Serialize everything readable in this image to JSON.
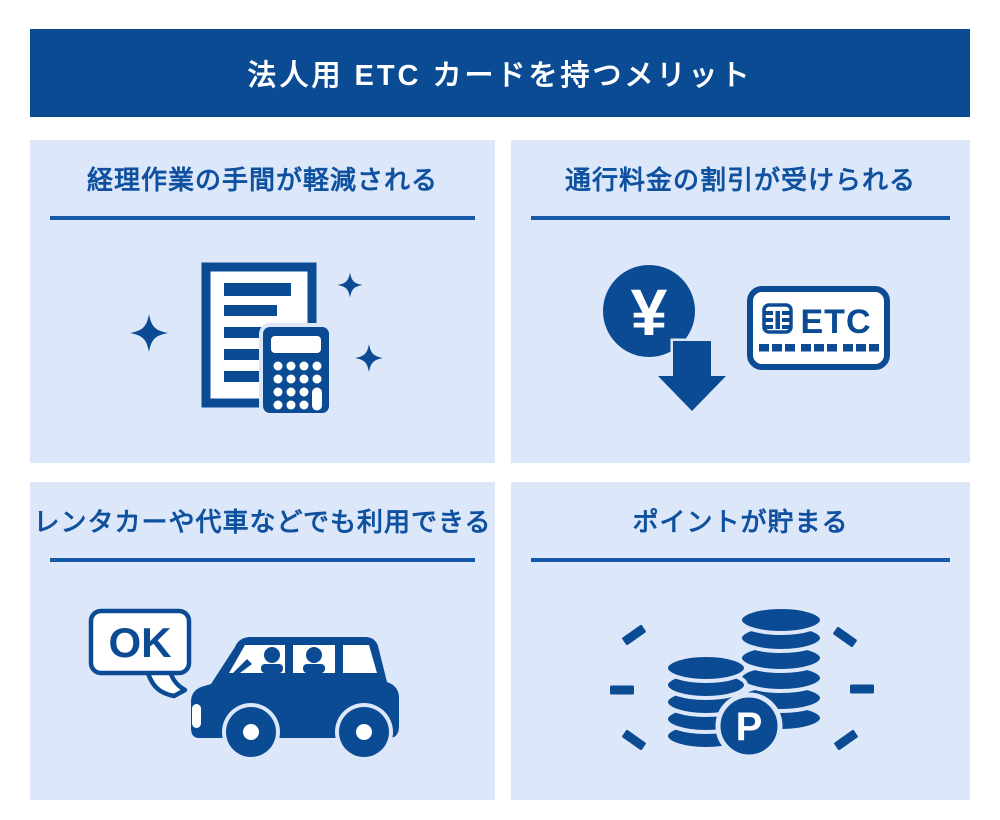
{
  "colors": {
    "accent_blue": "#0a4b93",
    "panel_background": "#dce7fa",
    "title_text": "#0f519e",
    "divider": "#1659a8",
    "white": "#ffffff"
  },
  "header": {
    "title": "法人用 ETC カードを持つメリット"
  },
  "panels": [
    {
      "title": "経理作業の手間が軽減される",
      "icon": "document-and-calculator-with-sparkles"
    },
    {
      "title": "通行料金の割引が受けられる",
      "icon": "yen-down-arrow-and-etc-card",
      "yen_symbol": "¥",
      "card_label": "ETC"
    },
    {
      "title": "レンタカーや代車などでも利用できる",
      "icon": "ok-speech-bubble-and-car",
      "bubble_label": "OK"
    },
    {
      "title": "ポイントが貯まる",
      "icon": "coin-stacks-with-point-mark",
      "point_symbol": "P"
    }
  ]
}
